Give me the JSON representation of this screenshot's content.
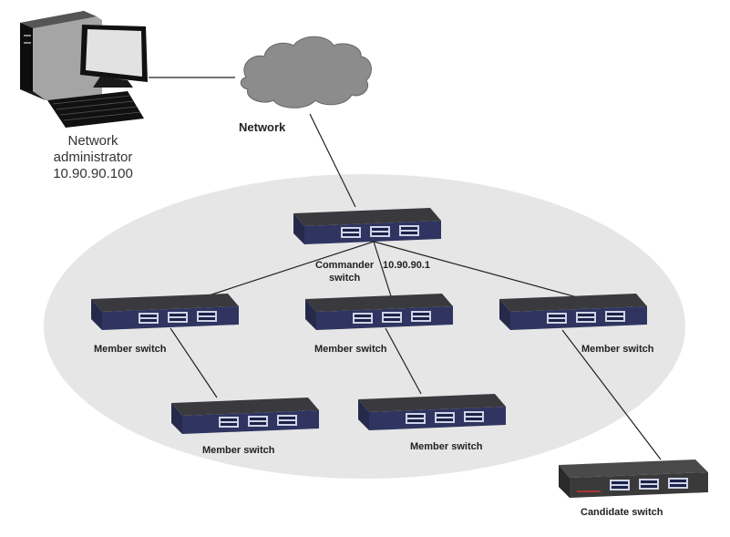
{
  "diagram": {
    "title": "Cluster management network topology",
    "network_label": "Network",
    "admin": {
      "line1": "Network",
      "line2": "administrator",
      "ip": "10.90.90.100"
    },
    "commander": {
      "label_line1": "Commander",
      "label_line2": "switch",
      "ip": "10.90.90.1"
    },
    "members": [
      {
        "label": "Member switch"
      },
      {
        "label": "Member switch"
      },
      {
        "label": "Member switch"
      },
      {
        "label": "Member switch"
      },
      {
        "label": "Member switch"
      }
    ],
    "candidate": {
      "label": "Candidate switch"
    },
    "colors": {
      "cluster_fill": "#e6e6e6",
      "cloud_fill": "#8c8c8c",
      "switch_body": "#2f3560",
      "switch_top": "#3a3a3e",
      "candidate_body": "#3a3a3a",
      "link": "#222222"
    }
  }
}
